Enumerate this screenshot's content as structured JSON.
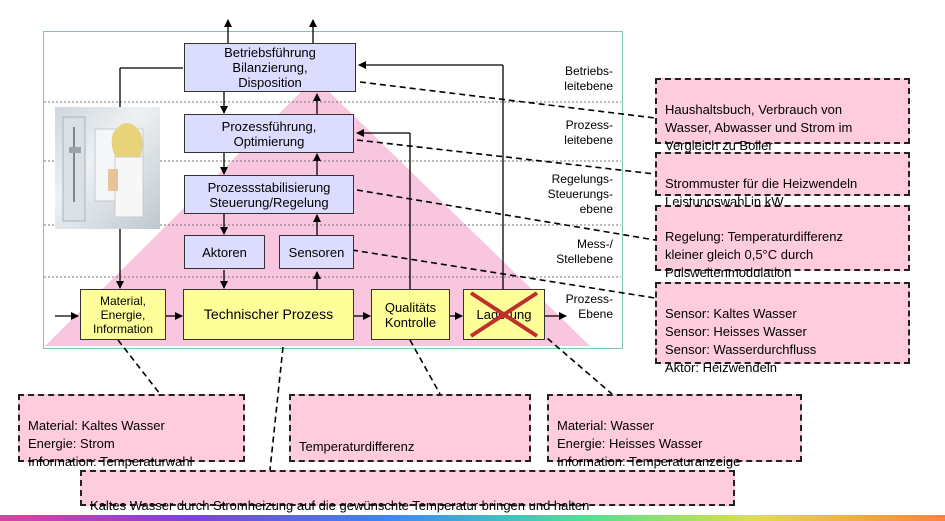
{
  "diagram": {
    "blocks": {
      "betrieb": "Betriebsführung\nBilanzierung,\nDisposition",
      "prozessfuehrung": "Prozessführung,\nOptimierung",
      "stabilisierung": "Prozessstabilisierung\nSteuerung/Regelung",
      "aktoren": "Aktoren",
      "sensoren": "Sensoren",
      "input": "Material,\nEnergie,\nInformation",
      "technischer_prozess": "Technischer Prozess",
      "qualitaet": "Qualitäts\nKontrolle",
      "lagerung": "Lagerung"
    },
    "levels": {
      "betriebsleitebene": "Betriebs-\nleitebene",
      "prozessleitebene": "Prozess-\nleitebene",
      "regelungsebene": "Regelungs-\nSteuerungs-\nebene",
      "messebene": "Mess-/\nStellebene",
      "prozessebene": "Prozess-\nEbene"
    }
  },
  "notes": {
    "haushaltsbuch": "Haushaltsbuch, Verbrauch von\nWasser, Abwasser und Strom im\nVergleich zu Boiler",
    "strommuster": "Strommuster für die Heizwendeln\nLeistungswahl in kW",
    "regelung": "Regelung: Temperaturdifferenz\nkleiner gleich 0,5°C durch\nPulsweitenmodulation",
    "sensor": "Sensor: Kaltes Wasser\nSensor: Heisses Wasser\nSensor: Wasserdurchfluss\nAktor: Heizwendeln",
    "material_in": "Material: Kaltes Wasser\nEnergie: Strom\nInformation: Temperaturwahl",
    "temperaturdifferenz": "Temperaturdifferenz",
    "material_out": "Material: Wasser\nEnergie: Heisses Wasser\nInformation: Temperaturanzeige",
    "summary": "Kaltes Wasser durch Stromheizung auf die gewünschte Temperatur bringen und halten"
  },
  "colors": {
    "block_blue": "#dcdcff",
    "block_yellow": "#ffff99",
    "note_pink": "#ffccdd",
    "triangle_pink": "#f8c6de",
    "frame_green": "#7fc8a9",
    "cross_red": "#c0302a"
  }
}
